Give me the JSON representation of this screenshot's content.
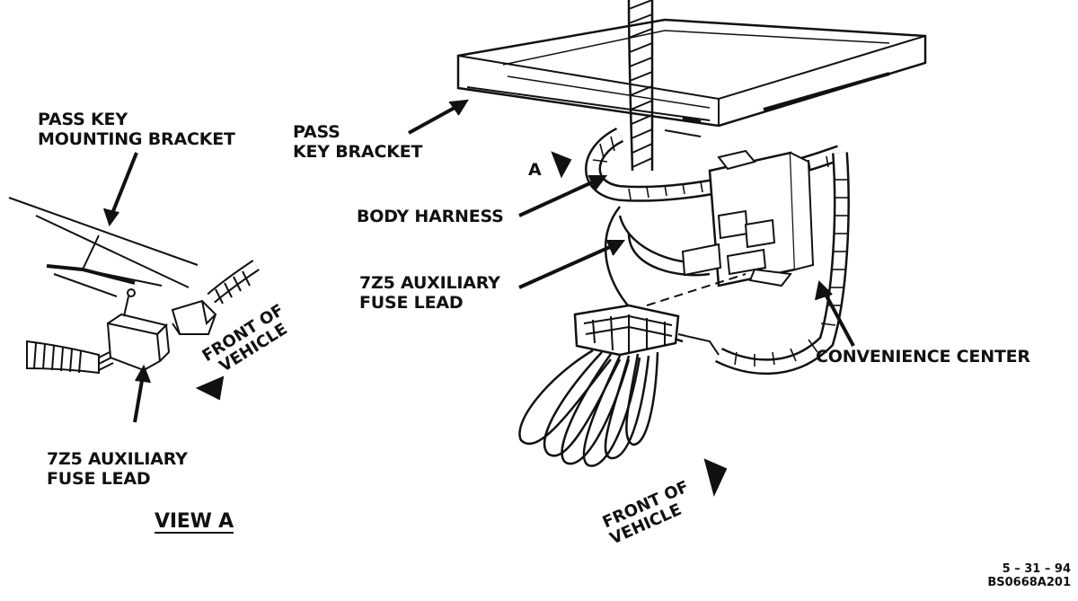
{
  "labels": {
    "view_a_bracket_line1": "PASS KEY",
    "view_a_bracket_line2": "MOUNTING BRACKET",
    "view_a_front_line1": "FRONT OF",
    "view_a_front_line2": "VEHICLE",
    "view_a_lead_line1": "7Z5 AUXILIARY",
    "view_a_lead_line2": "FUSE LEAD",
    "view_a_title": "VIEW A",
    "bracket_line1": "PASS",
    "bracket_line2": "KEY BRACKET",
    "view_marker": "A",
    "body_harness": "BODY HARNESS",
    "lead_line1": "7Z5 AUXILIARY",
    "lead_line2": "FUSE LEAD",
    "convenience_center": "CONVENIENCE CENTER",
    "front_line1": "FRONT OF",
    "front_line2": "VEHICLE",
    "date_code": "5 – 31 – 94",
    "figure_code": "BS0668A201"
  }
}
